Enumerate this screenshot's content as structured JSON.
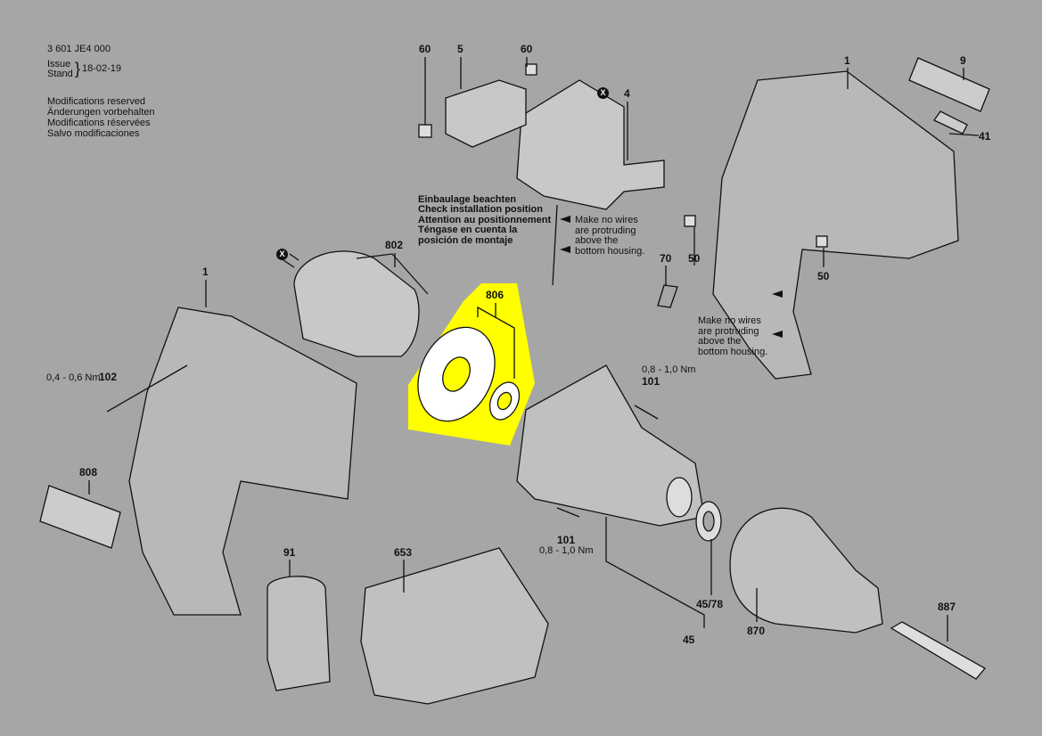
{
  "header": {
    "doc_number": "3 601 JE4 000",
    "issue_label": "Issue",
    "stand_label": "Stand",
    "date": "18-02-19",
    "modifications": [
      "Modifications reserved",
      "Änderungen vorbehalten",
      "Modifications réservées",
      "Salvo modificaciones"
    ]
  },
  "install_note": [
    "Einbaulage beachten",
    "Check installation position",
    "Attention au positionnement",
    "Téngase en cuenta la",
    "posición de montaje"
  ],
  "wire_note": "Make no wires\nare protruding\nabove the\nbottom housing.",
  "torque": {
    "t102": "0,4 - 0,6 Nm",
    "t101a": "0,8 - 1,0 Nm",
    "t101b": "0,8 - 1,0 Nm"
  },
  "marker": "X",
  "parts": {
    "p60a": "60",
    "p5": "5",
    "p60b": "60",
    "p4": "4",
    "p1a": "1",
    "p9": "9",
    "p41": "41",
    "p802": "802",
    "p806": "806",
    "p1b": "1",
    "p102": "102",
    "p101a": "101",
    "p808": "808",
    "p70": "70",
    "p50a": "50",
    "p50b": "50",
    "p101b": "101",
    "p91": "91",
    "p653": "653",
    "p4578": "45/78",
    "p45": "45",
    "p870": "870",
    "p887": "887"
  },
  "colors": {
    "background": "#a6a6a6",
    "highlight": "#ffff00"
  }
}
